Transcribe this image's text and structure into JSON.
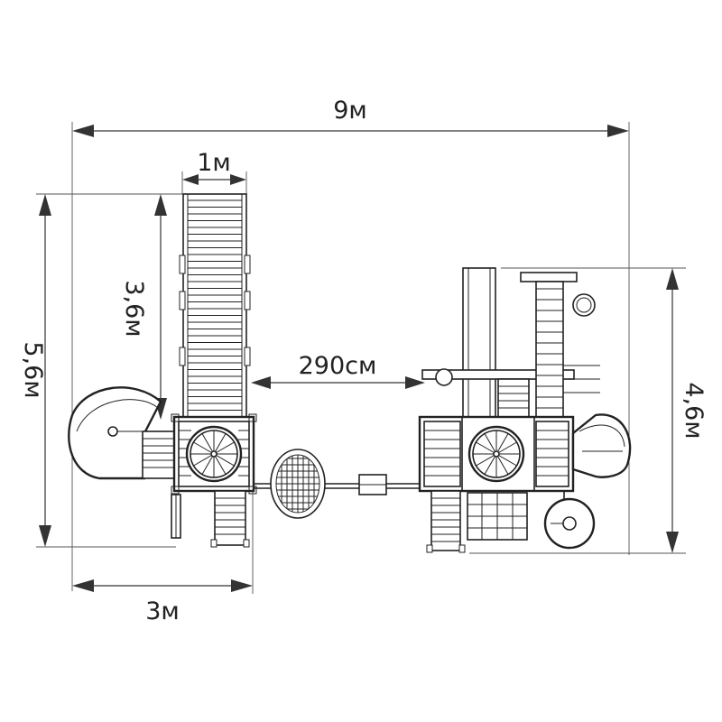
{
  "dimensions": {
    "total_width": "9м",
    "total_depth": "5,6м",
    "slide_width": "1м",
    "slide_length": "3,6м",
    "gap_between_towers": "290см",
    "left_section_width": "3м",
    "right_section_depth": "4,6м"
  }
}
